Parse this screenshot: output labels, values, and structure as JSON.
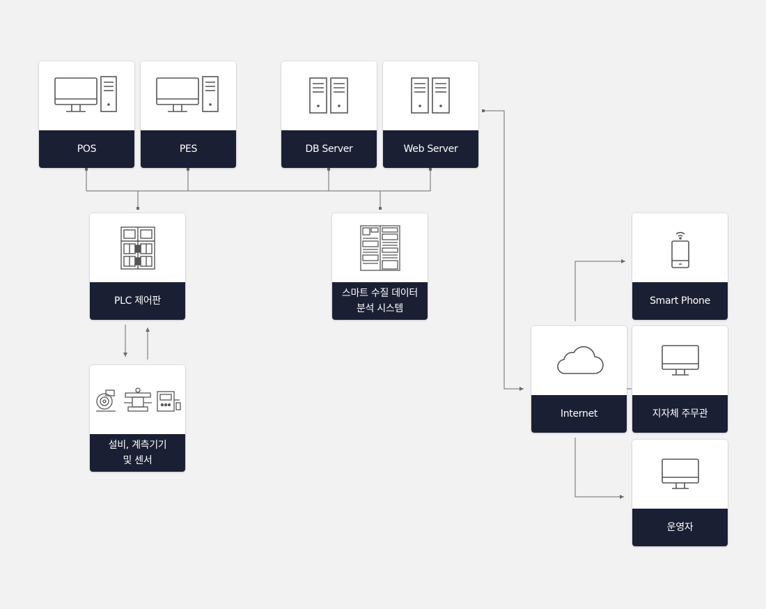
{
  "nodes": {
    "pos": {
      "label": "POS",
      "icon": "desktop-computer-icon"
    },
    "pes": {
      "label": "PES",
      "icon": "desktop-computer-icon"
    },
    "db_server": {
      "label": "DB Server",
      "icon": "server-icon"
    },
    "web_server": {
      "label": "Web Server",
      "icon": "server-icon"
    },
    "plc": {
      "label": "PLC 제어판",
      "icon": "control-panel-icon"
    },
    "smart_water": {
      "label": "스마트 수질 데이터\n분석 시스템",
      "icon": "equipment-rack-icon"
    },
    "equipment": {
      "label": "설비, 계측기기\n및 센서",
      "icon": "machinery-icon"
    },
    "internet": {
      "label": "Internet",
      "icon": "cloud-icon"
    },
    "smart_phone": {
      "label": "Smart Phone",
      "icon": "smartphone-icon"
    },
    "local_gov": {
      "label": "지자체 주무관",
      "icon": "monitor-icon"
    },
    "operator": {
      "label": "운영자",
      "icon": "monitor-icon"
    }
  },
  "colors": {
    "background": "#f2f2f3",
    "card": "#ffffff",
    "label_bar": "#1b1f33",
    "label_text": "#ffffff",
    "connector": "#6b6b6b",
    "icon": "#555555"
  }
}
